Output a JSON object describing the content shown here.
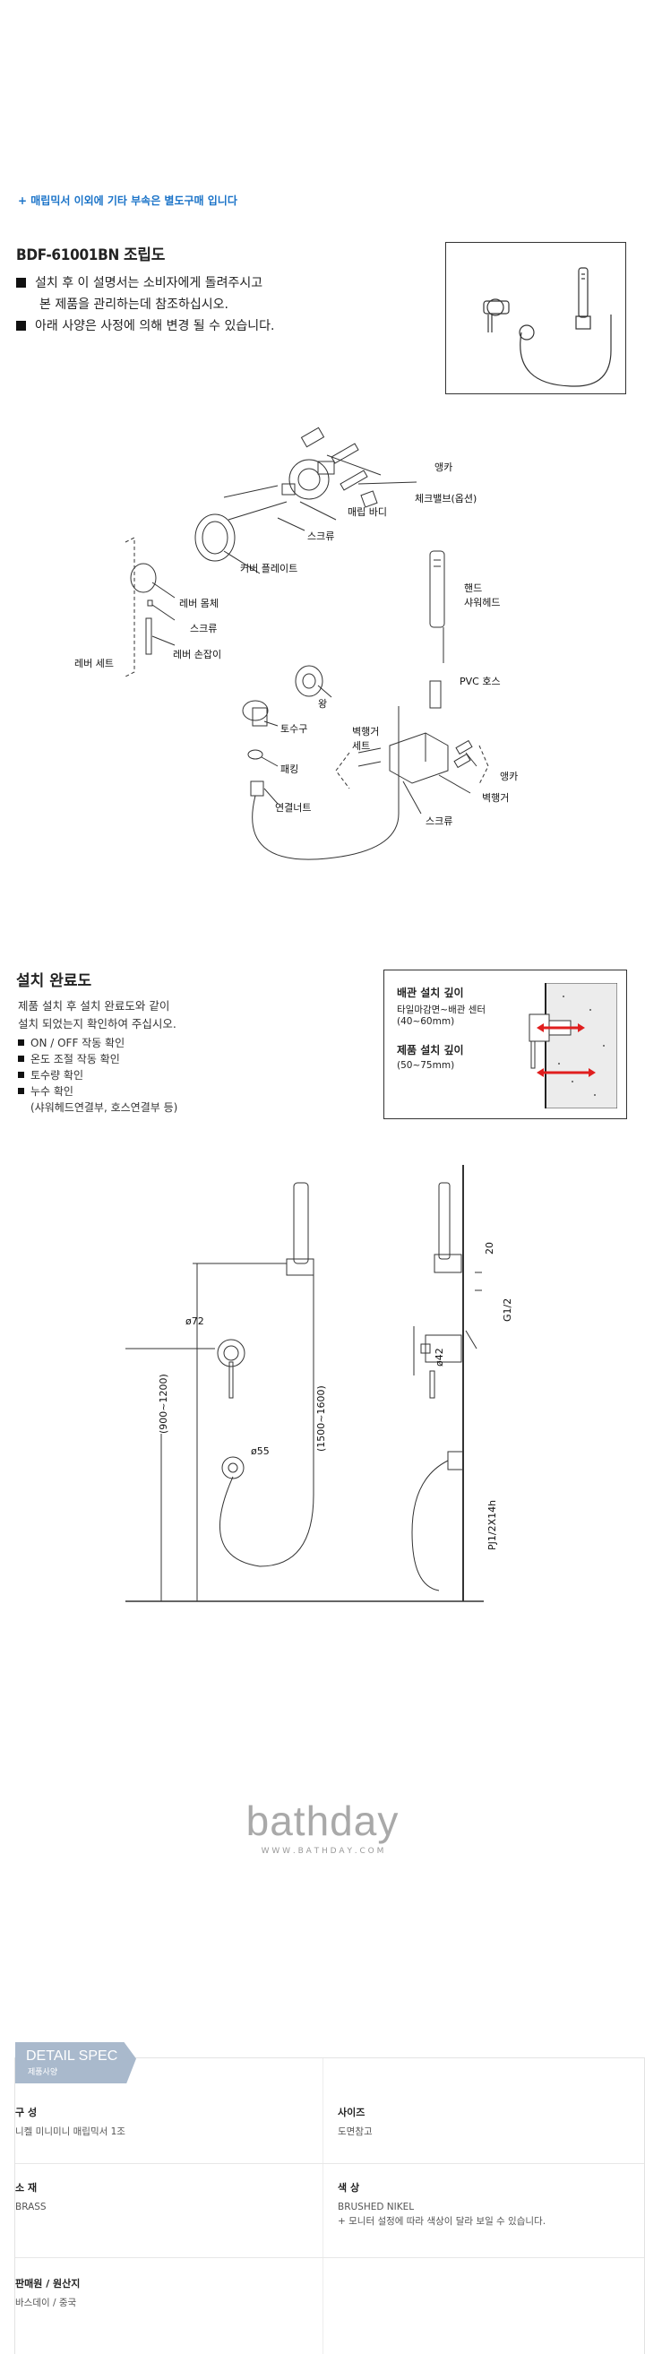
{
  "notice": "+ 매립믹서 이외에 기타 부속은 별도구매 입니다",
  "assembly": {
    "title": "BDF-61001BN 조립도",
    "bullets": [
      "설치 후 이 설명서는 소비자에게 돌려주시고",
      "본 제품을 관리하는데 참조하십시오.",
      "아래 사양은 사정에 의해 변경 될 수 있습니다."
    ],
    "labels": {
      "anchor1": "앵카",
      "check_valve": "체크밸브(옵션)",
      "body": "매립 바디",
      "screw1": "스크류",
      "cover": "커버 플레이트",
      "lever_body": "레버 몸체",
      "screw2": "스크류",
      "lever_handle": "레버 손잡이",
      "lever_set": "레버 세트",
      "hand_shower": "핸드\n샤워헤드",
      "pvc": "PVC 호스",
      "ring": "왕",
      "outlet": "토수구",
      "packing": "패킹",
      "nut": "연결너트",
      "holder_set": "벽행거\n세트",
      "anchor2": "앵카",
      "holder": "벽행거",
      "screw3": "스크류"
    }
  },
  "completion": {
    "title": "설치 완료도",
    "desc": [
      "제품 설치 후 설치 완료도와 같이",
      "설치 되었는지 확인하여 주십시오."
    ],
    "checks": [
      "ON / OFF 작동 확인",
      "온도 조절 작동 확인",
      "토수량 확인",
      "누수 확인"
    ],
    "checks_sub": "(샤워헤드연결부, 호스연결부 등)",
    "depth": {
      "pipe_title": "배관 설치 깊이",
      "pipe_desc1": "타일마감면~배관 센터",
      "pipe_desc2": "(40~60mm)",
      "product_title": "제품 설치 깊이",
      "product_desc": "(50~75mm)"
    }
  },
  "dimensions": {
    "d72": "ø72",
    "d55": "ø55",
    "h1": "(900~1200)",
    "h2": "(1500~1600)",
    "d20": "20",
    "g12": "G1/2",
    "d42": "ø42",
    "pj": "PJ1/2X14h"
  },
  "brand": {
    "name": "bathday",
    "url": "W W W . B A T H D A Y . C O M"
  },
  "spec": {
    "banner_title": "DETAIL SPEC",
    "banner_sub": "제품사양",
    "items": [
      {
        "key": "구 성",
        "value": "니켈 미니미니 매립믹서 1조"
      },
      {
        "key": "사이즈",
        "value": "도면참고"
      },
      {
        "key": "소 재",
        "value": "BRASS"
      },
      {
        "key": "색 상",
        "value": "BRUSHED NIKEL",
        "note": "+ 모니터 설정에 따라 색상이 달라 보일 수 있습니다."
      },
      {
        "key": "판매원 / 원산지",
        "value": "바스데이 / 중국"
      }
    ]
  },
  "colors": {
    "accent": "#1a73c8",
    "arrow": "#e01e1e",
    "banner": "#a9b9cc"
  }
}
